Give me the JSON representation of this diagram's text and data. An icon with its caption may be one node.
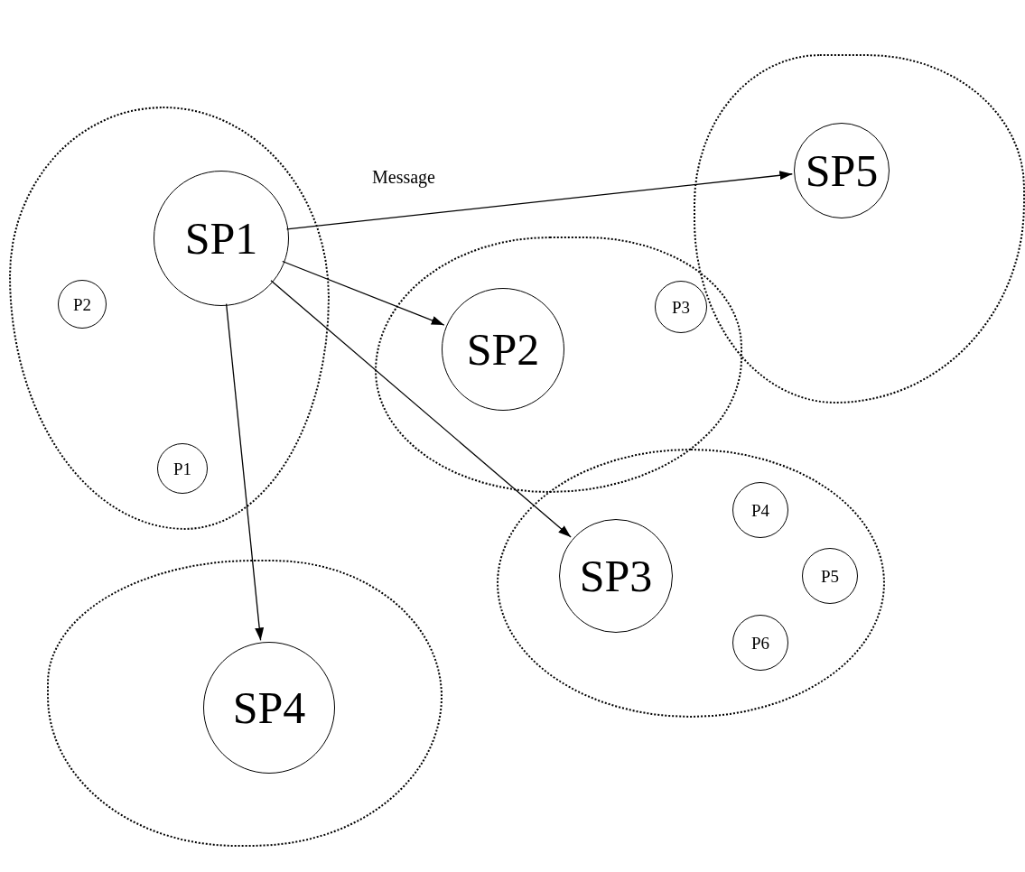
{
  "diagram": {
    "nodes": [
      {
        "text": [],
        "shape": "cloud"
      },
      {
        "text": [
          "SP1"
        ],
        "in": 0
      },
      {
        "text": [
          "P2"
        ],
        "in": 0
      },
      {
        "text": [
          "P1"
        ],
        "in": 0
      },
      {
        "text": [],
        "shape": "cloud"
      },
      {
        "text": [
          "SP5"
        ],
        "in": 4
      },
      {
        "text": [],
        "shape": "cloud"
      },
      {
        "text": [
          "P3"
        ],
        "in": 6
      },
      {
        "text": [
          "SP2"
        ],
        "in": 6
      },
      {
        "text": [],
        "shape": "cloud"
      },
      {
        "text": [
          "P4"
        ],
        "in": 9
      },
      {
        "text": [
          "SP3"
        ],
        "in": 9
      },
      {
        "text": [
          "P5"
        ],
        "in": 9
      },
      {
        "text": [
          "P6"
        ],
        "in": 9
      },
      {
        "text": [],
        "shape": "cloud"
      },
      {
        "text": [
          "SP4"
        ],
        "in": 14
      }
    ],
    "edges": [
      {
        "from": 1,
        "to": 5,
        "arrow": "to",
        "label": "Message"
      },
      {
        "from": 1,
        "to": 8,
        "arrow": "to"
      },
      {
        "from": 1,
        "to": 11,
        "arrow": "to"
      },
      {
        "from": 1,
        "to": 15,
        "arrow": "to"
      }
    ]
  }
}
